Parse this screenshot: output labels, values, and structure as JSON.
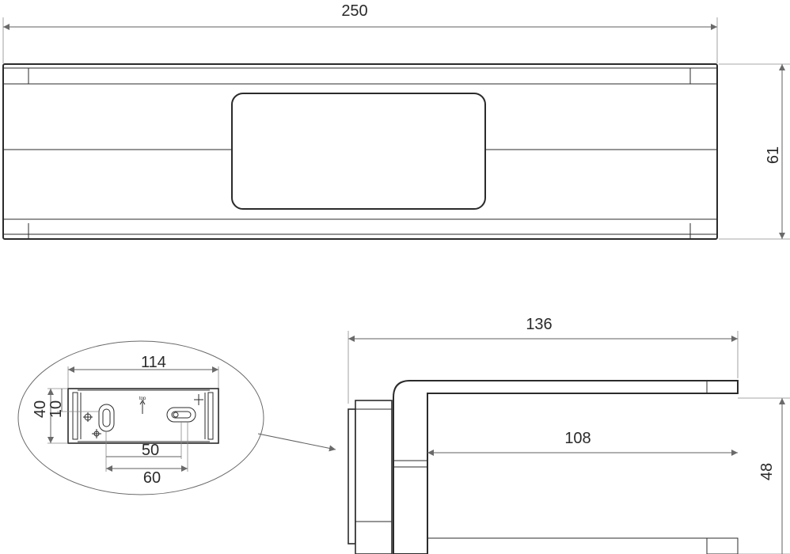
{
  "drawing": {
    "top_view": {
      "width_dim": "250",
      "height_dim": "61"
    },
    "detail": {
      "width_dim": "114",
      "dim_40": "40",
      "dim_10": "10",
      "dim_50": "50",
      "dim_60": "60",
      "top_marker": "top"
    },
    "side_view": {
      "width_dim": "136",
      "inner_dim": "108",
      "height_dim": "48"
    }
  }
}
